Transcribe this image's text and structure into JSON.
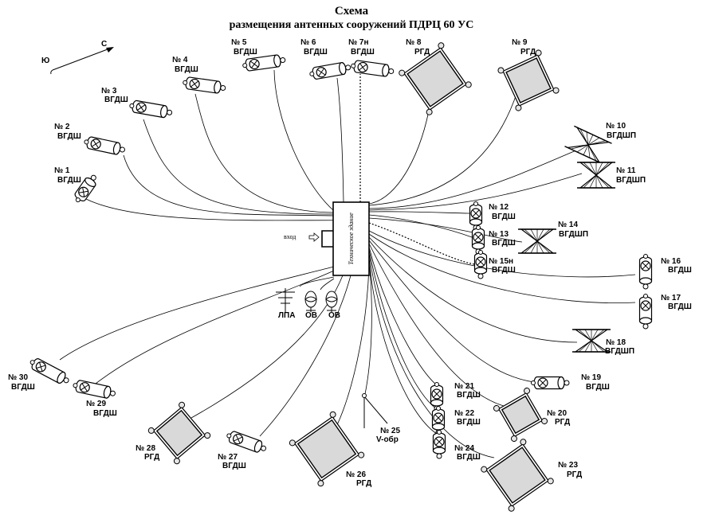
{
  "title": {
    "line1": "Схема",
    "line2": "размещения антенных сооружений ПДРЦ 60 УС"
  },
  "compass": {
    "north": "С",
    "south": "Ю"
  },
  "building": {
    "label": "Техническое здание",
    "entrance": "вход"
  },
  "ground": {
    "lpa": "ЛПА",
    "ov1": "ОВ",
    "ov2": "ОВ"
  },
  "colors": {
    "line": "#000000",
    "fill": "#d9d9d9",
    "background": "#ffffff"
  },
  "antennas": [
    {
      "num": "№  1",
      "type": "ВГДШ"
    },
    {
      "num": "№  2",
      "type": "ВГДШ"
    },
    {
      "num": "№  3",
      "type": "ВГДШ"
    },
    {
      "num": "№  4",
      "type": "ВГДШ"
    },
    {
      "num": "№  5",
      "type": "ВГДШ"
    },
    {
      "num": "№  6",
      "type": "ВГДШ"
    },
    {
      "num": "№  7н",
      "type": "ВГДШ"
    },
    {
      "num": "№  8",
      "type": "РГД"
    },
    {
      "num": "№  9",
      "type": "РГД"
    },
    {
      "num": "№  10",
      "type": "ВГДШП"
    },
    {
      "num": "№  11",
      "type": "ВГДШП"
    },
    {
      "num": "№  12",
      "type": "ВГДШ"
    },
    {
      "num": "№  13",
      "type": "ВГДШ"
    },
    {
      "num": "№  14",
      "type": "ВГДШП"
    },
    {
      "num": "№  15н",
      "type": "ВГДШ"
    },
    {
      "num": "№  16",
      "type": "ВГДШ"
    },
    {
      "num": "№  17",
      "type": "ВГДШ"
    },
    {
      "num": "№  18",
      "type": "ВГДШП"
    },
    {
      "num": "№  19",
      "type": "ВГДШ"
    },
    {
      "num": "№  20",
      "type": "РГД"
    },
    {
      "num": "№  21",
      "type": "ВГДШ"
    },
    {
      "num": "№  22",
      "type": "ВГДШ"
    },
    {
      "num": "№  23",
      "type": "РГД"
    },
    {
      "num": "№  24",
      "type": "ВГДШ"
    },
    {
      "num": "№  25",
      "type": "V-обр"
    },
    {
      "num": "№  26",
      "type": "РГД"
    },
    {
      "num": "№  27",
      "type": "ВГДШ"
    },
    {
      "num": "№  28",
      "type": "РГД"
    },
    {
      "num": "№  29",
      "type": "ВГДШ"
    },
    {
      "num": "№  30",
      "type": "ВГДШ"
    }
  ]
}
